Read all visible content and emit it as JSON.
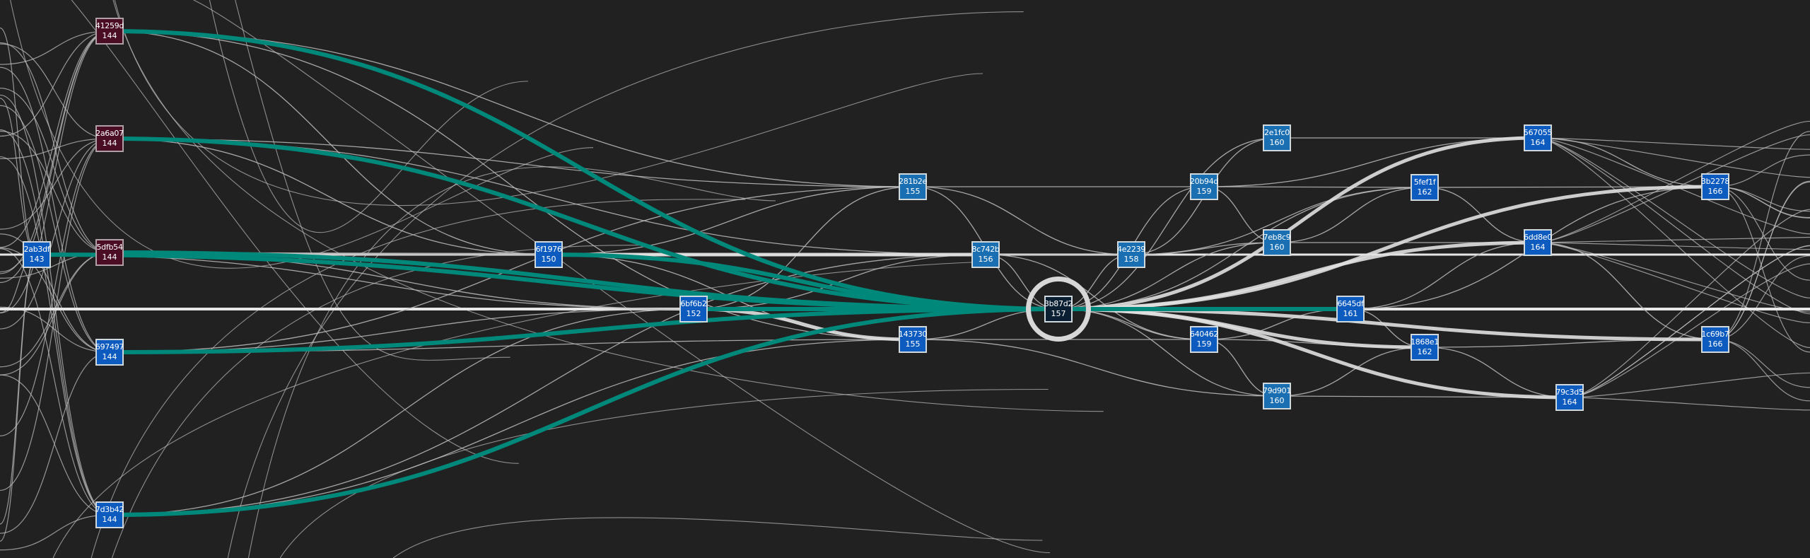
{
  "colors": {
    "background": "#212121",
    "edge": "#bdbdbd",
    "edge_heavy": "#e0e0e0",
    "highlight_path": "#00897b",
    "node_blue": "#0d5bbf",
    "node_lightblue": "#1a6fb3",
    "node_maroon": "#4a0d24",
    "node_selected": "#0b1f33"
  },
  "graph": {
    "nodes": [
      {
        "id": "41259d",
        "hash": "41259d",
        "number": "144",
        "style": "maroon"
      },
      {
        "id": "2a6a07",
        "hash": "2a6a07",
        "number": "144",
        "style": "maroon"
      },
      {
        "id": "5dfb54",
        "hash": "5dfb54",
        "number": "144",
        "style": "maroon"
      },
      {
        "id": "2ab3df",
        "hash": "2ab3df",
        "number": "143",
        "style": "blue"
      },
      {
        "id": "697497",
        "hash": "697497",
        "number": "144",
        "style": "blue"
      },
      {
        "id": "7d3b42",
        "hash": "7d3b42",
        "number": "144",
        "style": "blue"
      },
      {
        "id": "6f1976",
        "hash": "6f1976",
        "number": "150",
        "style": "blue"
      },
      {
        "id": "6bf6b2",
        "hash": "6bf6b2",
        "number": "152",
        "style": "blue"
      },
      {
        "id": "281b2e",
        "hash": "281b2e",
        "number": "155",
        "style": "lightblue"
      },
      {
        "id": "143730",
        "hash": "143730",
        "number": "155",
        "style": "blue"
      },
      {
        "id": "8c742b",
        "hash": "8c742b",
        "number": "156",
        "style": "lightblue"
      },
      {
        "id": "3b87d2",
        "hash": "3b87d2",
        "number": "157",
        "style": "selected"
      },
      {
        "id": "4e2239",
        "hash": "4e2239",
        "number": "158",
        "style": "lightblue"
      },
      {
        "id": "20b94d",
        "hash": "20b94d",
        "number": "159",
        "style": "lightblue"
      },
      {
        "id": "640462",
        "hash": "640462",
        "number": "159",
        "style": "blue"
      },
      {
        "id": "2e1fc0",
        "hash": "2e1fc0",
        "number": "160",
        "style": "lightblue"
      },
      {
        "id": "7eb8c9",
        "hash": "7eb8c9",
        "number": "160",
        "style": "lightblue"
      },
      {
        "id": "79d901",
        "hash": "79d901",
        "number": "160",
        "style": "lightblue"
      },
      {
        "id": "6645df",
        "hash": "6645df",
        "number": "161",
        "style": "blue"
      },
      {
        "id": "5fef1f",
        "hash": "5fef1f",
        "number": "162",
        "style": "blue"
      },
      {
        "id": "1868e1",
        "hash": "1868e1",
        "number": "162",
        "style": "blue"
      },
      {
        "id": "567055",
        "hash": "567055",
        "number": "164",
        "style": "blue"
      },
      {
        "id": "6dd8e0",
        "hash": "6dd8e0",
        "number": "164",
        "style": "blue"
      },
      {
        "id": "79c3d5",
        "hash": "79c3d5",
        "number": "164",
        "style": "blue"
      },
      {
        "id": "3b2278",
        "hash": "3b2278",
        "number": "166",
        "style": "blue"
      },
      {
        "id": "1c69b7",
        "hash": "1c69b7",
        "number": "166",
        "style": "blue"
      }
    ],
    "selected_node": "3b87d2",
    "highlighted_edges": [
      [
        "41259d",
        "3b87d2"
      ],
      [
        "2a6a07",
        "3b87d2"
      ],
      [
        "5dfb54",
        "3b87d2"
      ],
      [
        "2ab3df",
        "3b87d2"
      ],
      [
        "697497",
        "3b87d2"
      ],
      [
        "7d3b42",
        "3b87d2"
      ],
      [
        "6f1976",
        "3b87d2"
      ],
      [
        "6bf6b2",
        "3b87d2"
      ],
      [
        "3b87d2",
        "6645df"
      ]
    ],
    "heavy_edges": [
      [
        "6f1976",
        "8c742b"
      ],
      [
        "6bf6b2",
        "143730"
      ],
      [
        "3b87d2",
        "567055"
      ],
      [
        "3b87d2",
        "3b2278"
      ],
      [
        "3b87d2",
        "1c69b7"
      ],
      [
        "3b87d2",
        "79c3d5"
      ],
      [
        "3b87d2",
        "6dd8e0"
      ],
      [
        "3b87d2",
        "1868e1"
      ]
    ],
    "edges": [
      [
        "41259d",
        "6f1976"
      ],
      [
        "41259d",
        "281b2e"
      ],
      [
        "41259d",
        "143730"
      ],
      [
        "2a6a07",
        "6f1976"
      ],
      [
        "2a6a07",
        "281b2e"
      ],
      [
        "2a6a07",
        "8c742b"
      ],
      [
        "5dfb54",
        "6f1976"
      ],
      [
        "5dfb54",
        "6bf6b2"
      ],
      [
        "5dfb54",
        "8c742b"
      ],
      [
        "2ab3df",
        "6f1976"
      ],
      [
        "2ab3df",
        "6bf6b2"
      ],
      [
        "697497",
        "6bf6b2"
      ],
      [
        "697497",
        "143730"
      ],
      [
        "697497",
        "281b2e"
      ],
      [
        "7d3b42",
        "6bf6b2"
      ],
      [
        "7d3b42",
        "143730"
      ],
      [
        "7d3b42",
        "8c742b"
      ],
      [
        "6f1976",
        "281b2e"
      ],
      [
        "6f1976",
        "143730"
      ],
      [
        "6bf6b2",
        "281b2e"
      ],
      [
        "6bf6b2",
        "8c742b"
      ],
      [
        "281b2e",
        "3b87d2"
      ],
      [
        "281b2e",
        "4e2239"
      ],
      [
        "281b2e",
        "20b94d"
      ],
      [
        "143730",
        "3b87d2"
      ],
      [
        "143730",
        "640462"
      ],
      [
        "143730",
        "79d901"
      ],
      [
        "8c742b",
        "3b87d2"
      ],
      [
        "8c742b",
        "4e2239"
      ],
      [
        "8c742b",
        "640462"
      ],
      [
        "3b87d2",
        "4e2239"
      ],
      [
        "3b87d2",
        "20b94d"
      ],
      [
        "3b87d2",
        "640462"
      ],
      [
        "3b87d2",
        "2e1fc0"
      ],
      [
        "3b87d2",
        "7eb8c9"
      ],
      [
        "3b87d2",
        "79d901"
      ],
      [
        "3b87d2",
        "5fef1f"
      ],
      [
        "4e2239",
        "2e1fc0"
      ],
      [
        "4e2239",
        "7eb8c9"
      ],
      [
        "4e2239",
        "5fef1f"
      ],
      [
        "20b94d",
        "7eb8c9"
      ],
      [
        "20b94d",
        "5fef1f"
      ],
      [
        "20b94d",
        "567055"
      ],
      [
        "640462",
        "79d901"
      ],
      [
        "640462",
        "1868e1"
      ],
      [
        "640462",
        "6645df"
      ],
      [
        "2e1fc0",
        "567055"
      ],
      [
        "7eb8c9",
        "6dd8e0"
      ],
      [
        "7eb8c9",
        "5fef1f"
      ],
      [
        "79d901",
        "1868e1"
      ],
      [
        "79d901",
        "79c3d5"
      ],
      [
        "6645df",
        "6dd8e0"
      ],
      [
        "6645df",
        "1868e1"
      ],
      [
        "6645df",
        "3b2278"
      ],
      [
        "5fef1f",
        "3b2278"
      ],
      [
        "5fef1f",
        "6dd8e0"
      ],
      [
        "1868e1",
        "1c69b7"
      ],
      [
        "1868e1",
        "79c3d5"
      ],
      [
        "567055",
        "3b2278"
      ],
      [
        "6dd8e0",
        "1c69b7"
      ]
    ]
  }
}
